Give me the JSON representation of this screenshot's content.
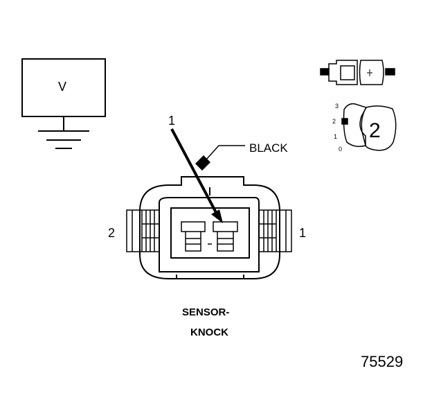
{
  "voltage_box": {
    "label": "V"
  },
  "callout": {
    "number": "1"
  },
  "wire_color": {
    "label": "BLACK"
  },
  "pins": {
    "left": "2",
    "right": "1"
  },
  "title": {
    "line1": "SENSOR-",
    "line2": "KNOCK"
  },
  "figure_number": "75529",
  "connector_view": {
    "scale_labels": [
      "3",
      "2",
      "1",
      "0"
    ],
    "view_number": "2"
  },
  "colors": {
    "ink": "#000000",
    "background": "#ffffff",
    "marker_fill": "#000000"
  }
}
